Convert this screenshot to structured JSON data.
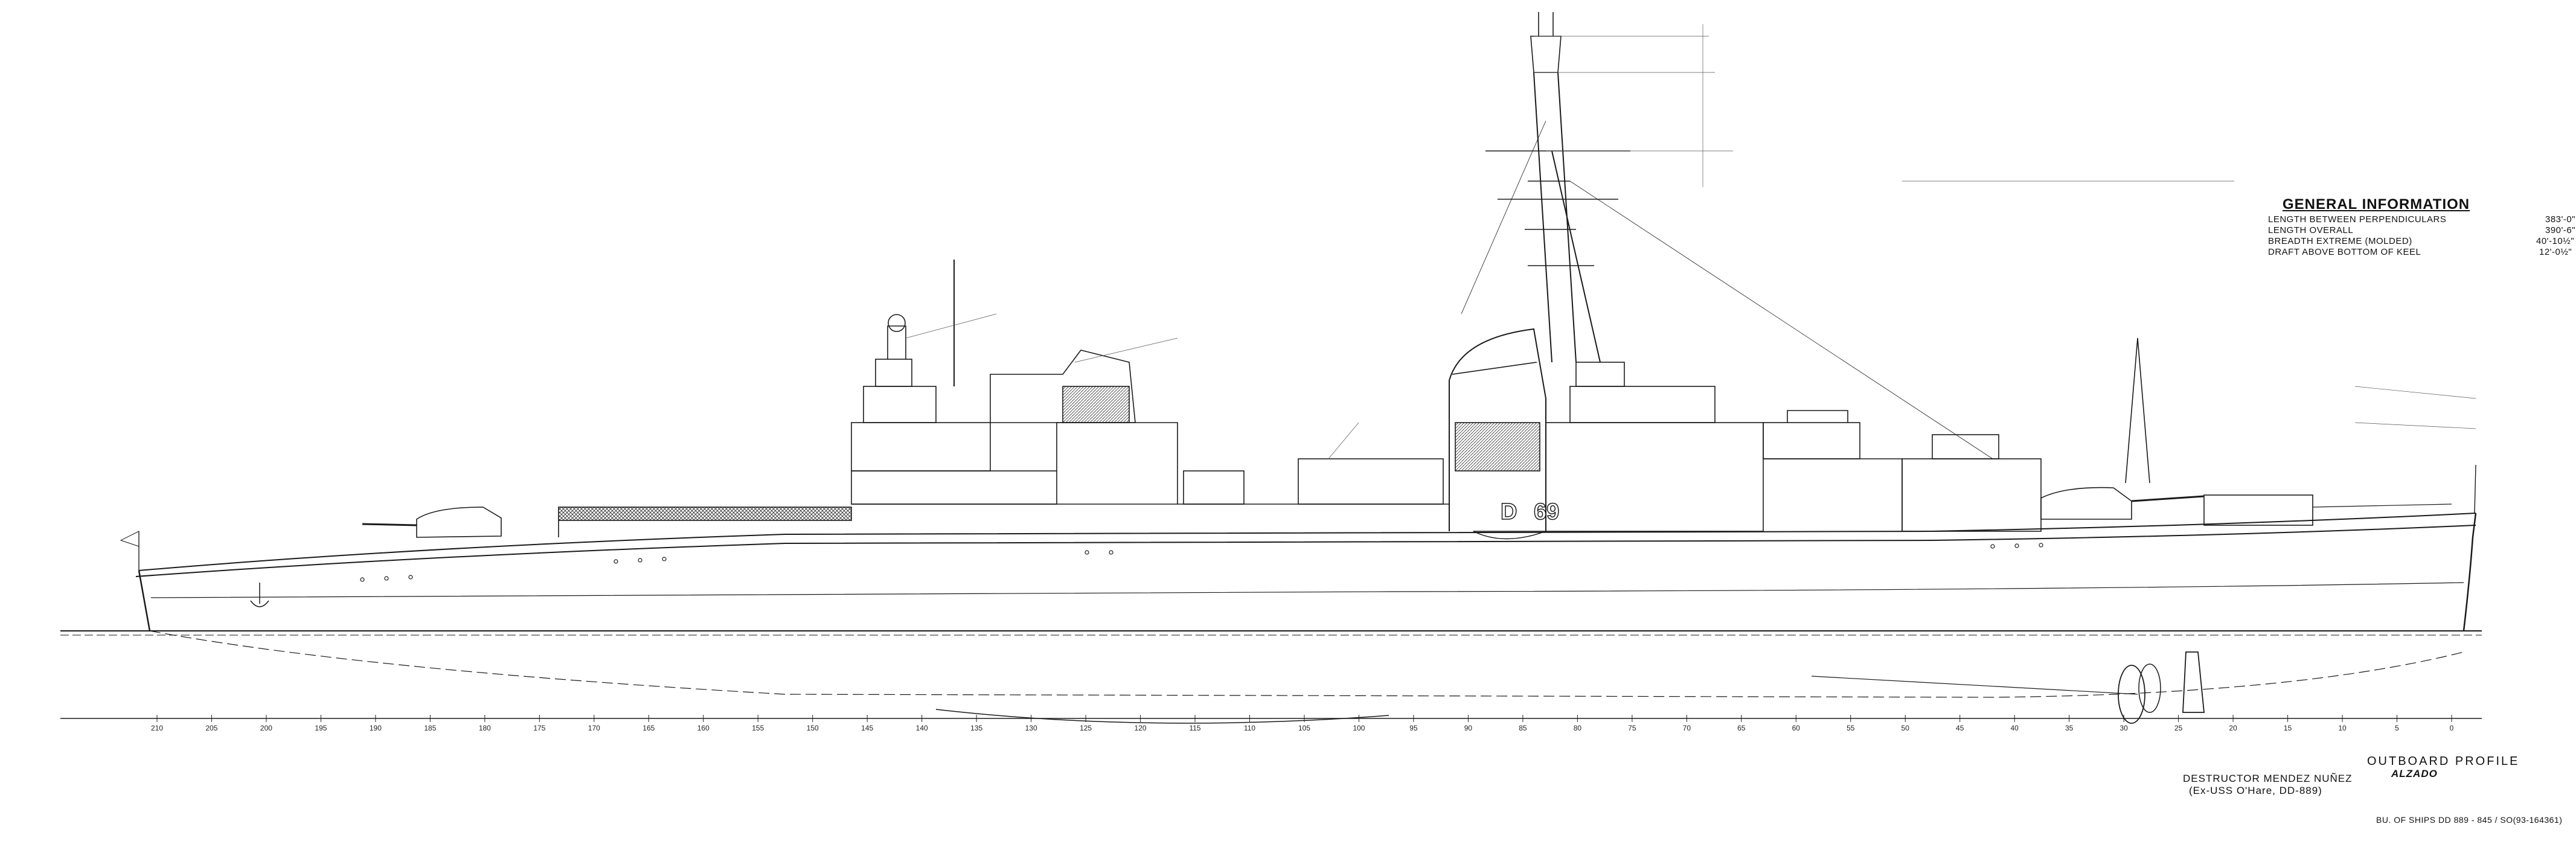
{
  "general_information": {
    "title": "GENERAL INFORMATION",
    "rows": [
      {
        "label": "LENGTH BETWEEN PERPENDICULARS",
        "value": "383'-0\""
      },
      {
        "label": "LENGTH OVERALL",
        "value": "390'-6\""
      },
      {
        "label": "BREADTH EXTREME (MOLDED)",
        "value": "40'-10½\""
      },
      {
        "label": "DRAFT ABOVE BOTTOM OF KEEL",
        "value": "12'-0½\""
      }
    ]
  },
  "title_block": {
    "sheet_title": "OUTBOARD PROFILE",
    "subtitle": "ALZADO",
    "ship_name": "DESTRUCTOR MENDEZ NUÑEZ",
    "ex_name": "(Ex-USS O'Hare, DD-889)",
    "reference": "BU. OF SHIPS DD 889 - 845 / SO(93-164361)"
  },
  "hull_numbers": [
    "D",
    "69"
  ],
  "frame_numbers": [
    "0",
    "5",
    "10",
    "15",
    "20",
    "25",
    "30",
    "35",
    "40",
    "45",
    "50",
    "55",
    "60",
    "65",
    "70",
    "75",
    "80",
    "85",
    "90",
    "95",
    "100",
    "105",
    "110",
    "115",
    "120",
    "125",
    "130",
    "135",
    "140",
    "145",
    "150",
    "155",
    "160",
    "165",
    "170",
    "175",
    "180",
    "185",
    "190",
    "195",
    "200",
    "205",
    "210"
  ],
  "colors": {
    "line": "#1a1a1a",
    "paper": "#ffffff",
    "screen": "#555555"
  }
}
